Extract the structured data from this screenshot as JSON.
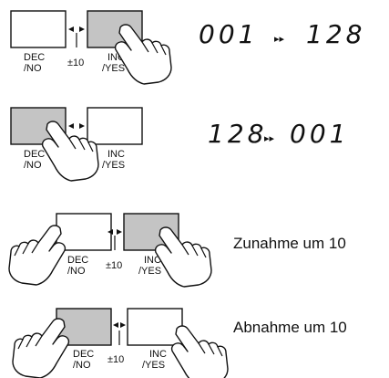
{
  "labels": {
    "dec_line1": "DEC",
    "dec_line2": "/NO",
    "inc_line1": "INC",
    "inc_line2": "/YES",
    "step": "±10"
  },
  "rows": [
    {
      "pressed": "inc",
      "both": false,
      "from": "001",
      "arrow": "▸▸",
      "to": "128"
    },
    {
      "pressed": "dec",
      "both": false,
      "from": "128",
      "arrow": "▸▸",
      "to": "001"
    },
    {
      "pressed": "inc",
      "both": true,
      "text": "Zunahme um 10"
    },
    {
      "pressed": "dec",
      "both": true,
      "text": "Abnahme um 10"
    }
  ],
  "colors": {
    "pressed_fill": "#c4c4c4",
    "stroke": "#111111"
  }
}
